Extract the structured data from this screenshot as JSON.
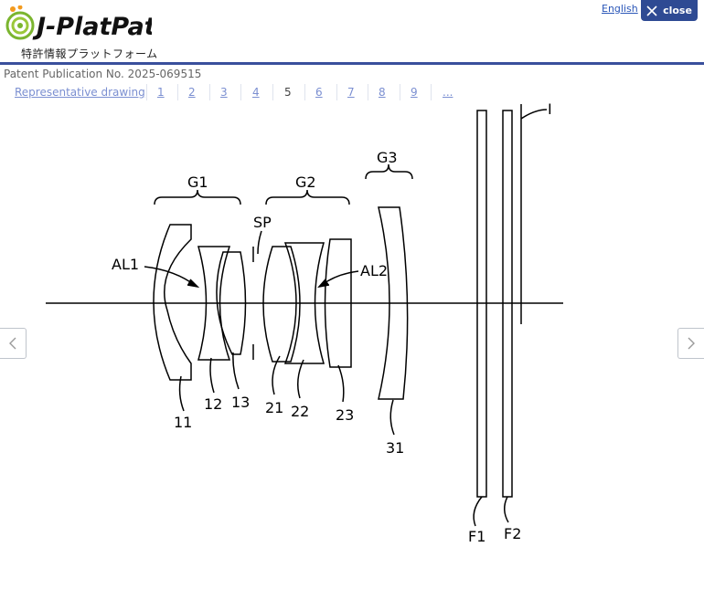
{
  "header": {
    "logo_text": "J-PlatPat",
    "logo_subtitle": "特許情報プラットフォーム",
    "language_link": "English",
    "close_label": "close"
  },
  "publication": {
    "number_label": "Patent Publication No. 2025-069515"
  },
  "tabs": [
    {
      "label": "Representative drawing",
      "current": false
    },
    {
      "label": "1",
      "current": false
    },
    {
      "label": "2",
      "current": false
    },
    {
      "label": "3",
      "current": false
    },
    {
      "label": "4",
      "current": false
    },
    {
      "label": "5",
      "current": true
    },
    {
      "label": "6",
      "current": false
    },
    {
      "label": "7",
      "current": false
    },
    {
      "label": "8",
      "current": false
    },
    {
      "label": "9",
      "current": false
    },
    {
      "label": "...",
      "current": false
    }
  ],
  "drawing": {
    "labels": {
      "g1": "G1",
      "g2": "G2",
      "g3": "G3",
      "sp": "SP",
      "al1": "AL1",
      "al2": "AL2",
      "image_plane": "I",
      "l11": "11",
      "l12": "12",
      "l13": "13",
      "l21": "21",
      "l22": "22",
      "l23": "23",
      "l31": "31",
      "f1": "F1",
      "f2": "F2"
    }
  },
  "colors": {
    "accent": "#2e4a93",
    "link": "#2a56b8",
    "tab_link": "#7b8fd1"
  },
  "icons": {
    "close": "close-x-icon",
    "prev": "chevron-left-icon",
    "next": "chevron-right-icon"
  }
}
